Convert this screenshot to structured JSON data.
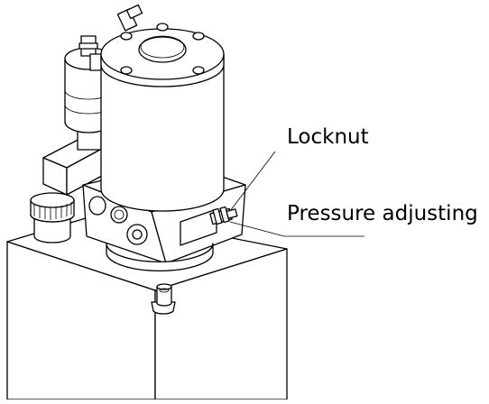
{
  "diagram": {
    "callouts": [
      {
        "id": "locknut",
        "label": "Locknut"
      },
      {
        "id": "pressure-adjusting",
        "label": "Pressure adjusting"
      }
    ],
    "colors": {
      "line": "#000000",
      "background": "#ffffff"
    }
  }
}
